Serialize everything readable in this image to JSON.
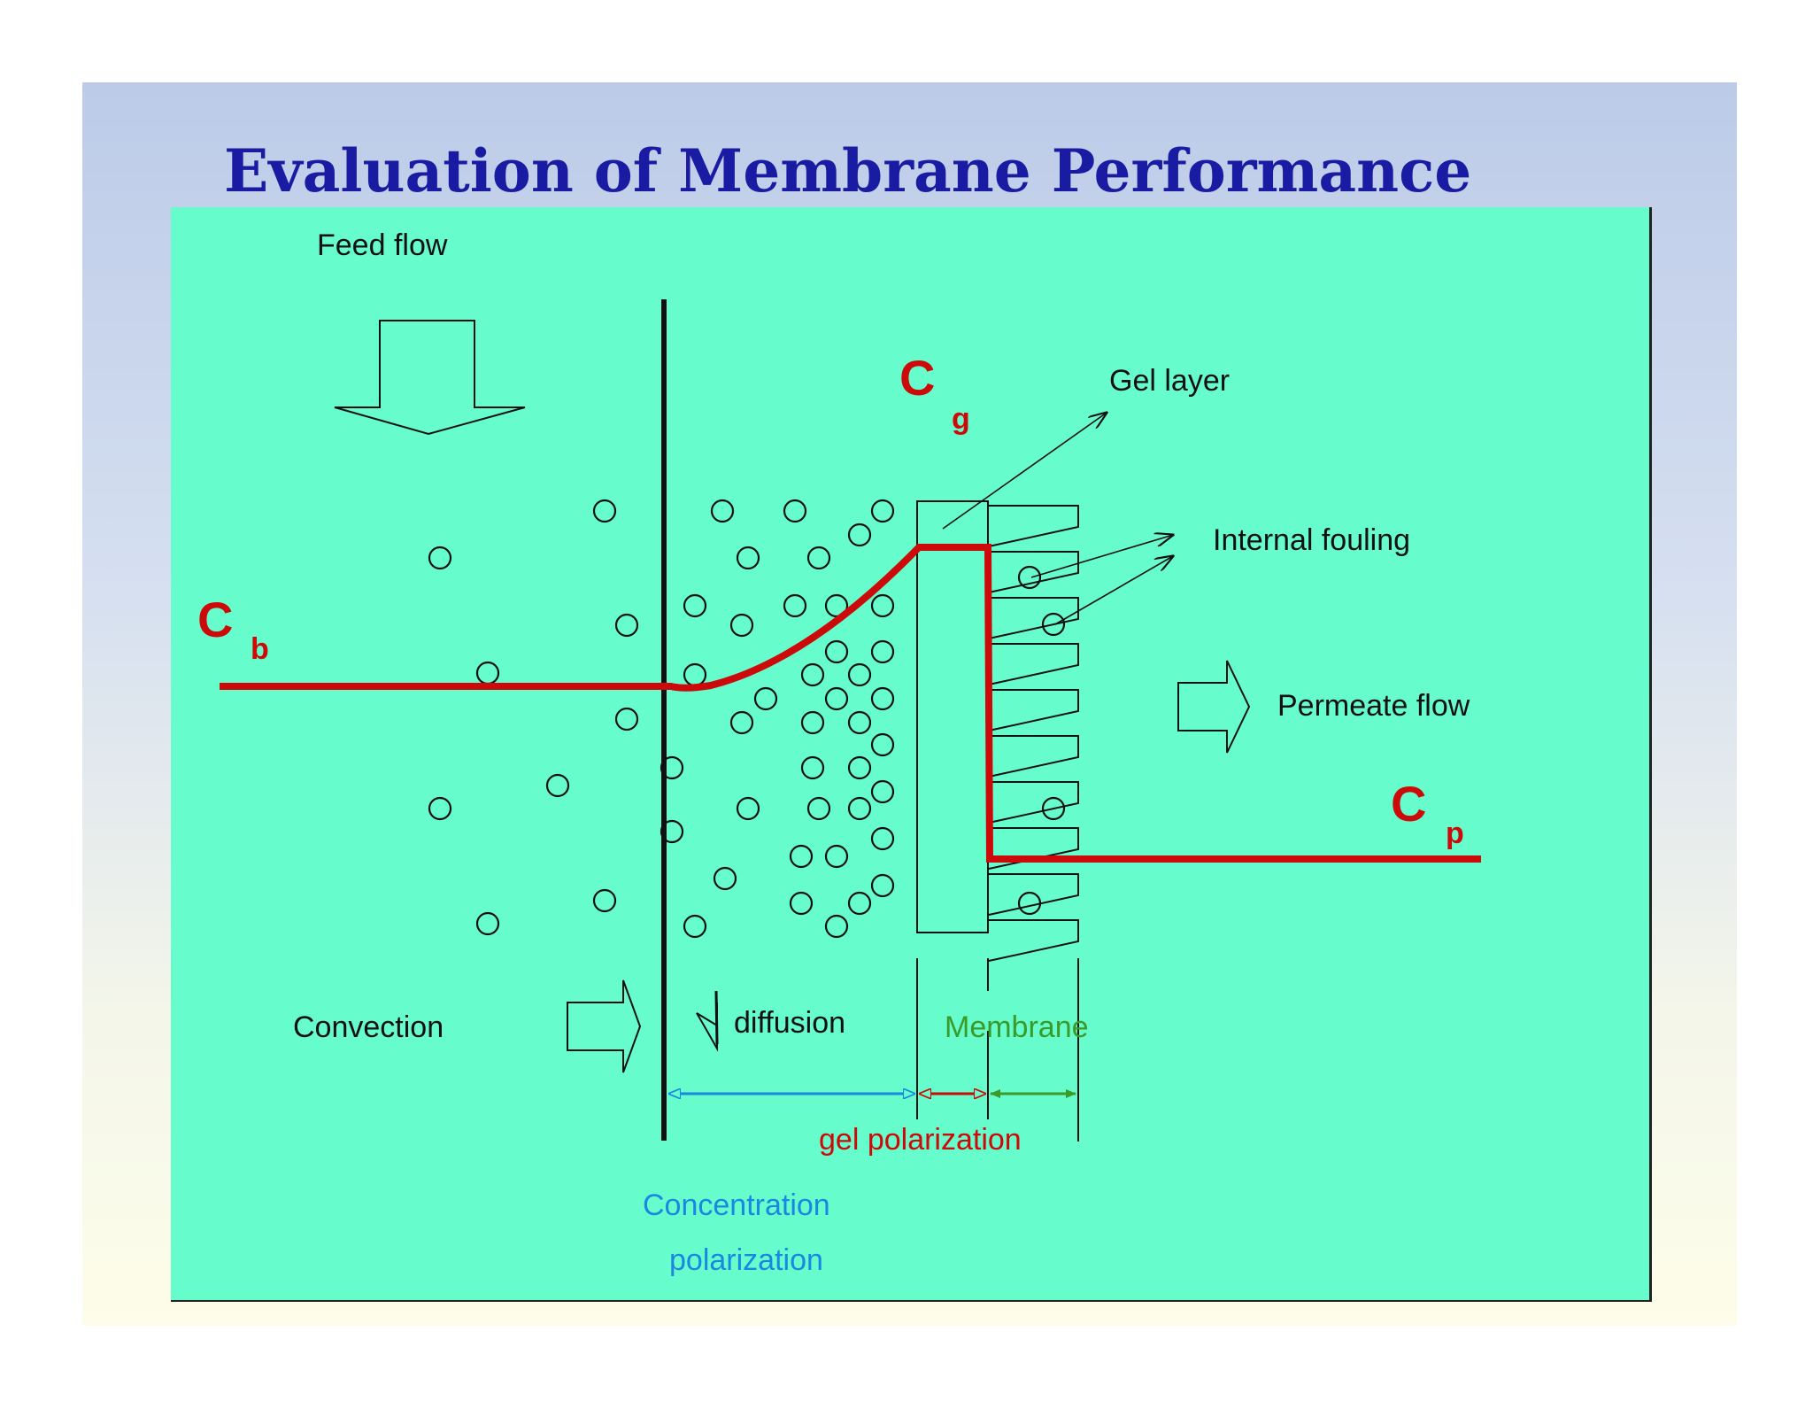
{
  "slide": {
    "title": "Evaluation of Membrane Performance"
  },
  "diagram": {
    "labels": {
      "feed_flow": "Feed flow",
      "gel_layer": "Gel layer",
      "internal_fouling": "Internal fouling",
      "permeate_flow": "Permeate flow",
      "convection": "Convection",
      "diffusion": "diffusion",
      "membrane": "Membrane",
      "gel_polarization": "gel polarization",
      "concentration_polarization_line1": "Concentration",
      "concentration_polarization_line2": "polarization"
    },
    "concentration_symbols": {
      "bulk": {
        "main": "C",
        "sub": "b"
      },
      "gel": {
        "main": "C",
        "sub": "g"
      },
      "permeate": {
        "main": "C",
        "sub": "p"
      }
    },
    "colors": {
      "panel_background": "#67fccb",
      "concentration_profile": "#cc0a0a",
      "concentration_polarization": "#1a88e0",
      "membrane_label": "#3a9a2a",
      "gel_polarization": "#cc0a0a",
      "title": "#1a1ba3",
      "outline": "#111111"
    }
  }
}
